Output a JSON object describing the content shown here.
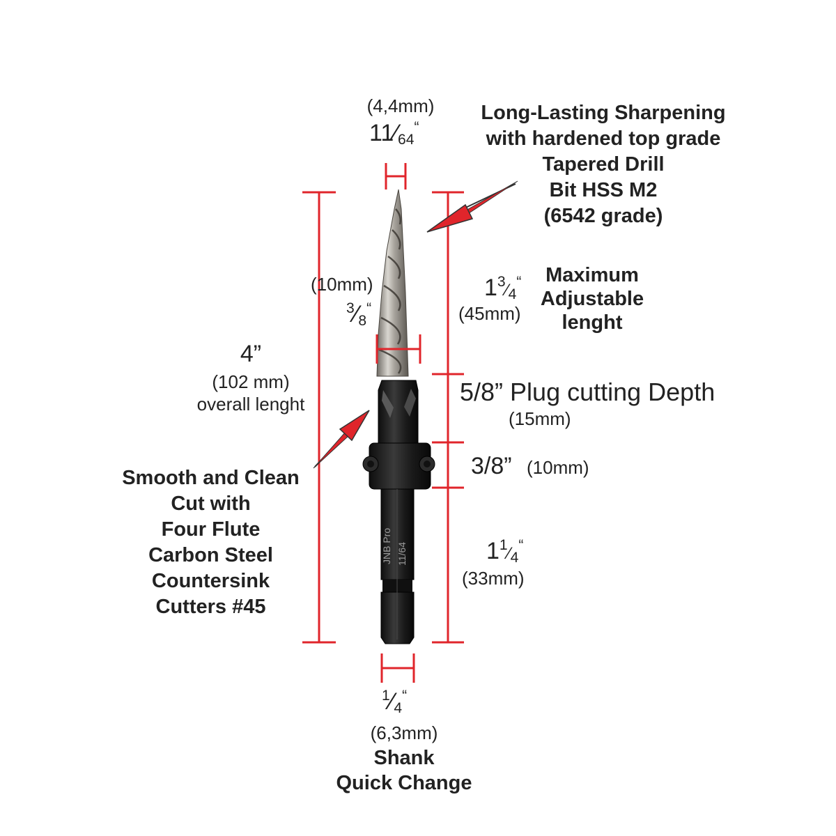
{
  "product": {
    "engraving_brand": "JNB Pro",
    "engraving_size": "11/64"
  },
  "colors": {
    "dimension_line": "#e0252b",
    "callout_arrow": "#e0252b",
    "bit_body": "#1c1c1c",
    "drill_metal": "#b7b4ae"
  },
  "tip_width": {
    "mm": "(4,4mm)",
    "whole": "11",
    "numerator": "",
    "denominator": "64",
    "mark": "“"
  },
  "drill_width": {
    "mm": "(10mm)",
    "numerator": "3",
    "denominator": "8",
    "mark": "“"
  },
  "overall": {
    "inch": "4”",
    "mm": "(102 mm)",
    "label": "overall lenght"
  },
  "adjustable": {
    "whole": "1",
    "numerator": "3",
    "denominator": "4",
    "mark": "“",
    "mm": "(45mm)",
    "label_lines": [
      "Maximum",
      "Adjustable",
      "lenght"
    ]
  },
  "plug_depth": {
    "label": "5/8” Plug cutting Depth",
    "mm": "(15mm)"
  },
  "collar": {
    "inch": "3/8”",
    "mm": "(10mm)"
  },
  "shank_length": {
    "whole": "1",
    "numerator": "1",
    "denominator": "4",
    "mark": "“",
    "mm": "(33mm)"
  },
  "shank_width": {
    "numerator": "1",
    "denominator": "4",
    "mark": "“",
    "mm": "(6,3mm)",
    "label_lines": [
      "Shank",
      "Quick Change"
    ]
  },
  "callout_drill": {
    "lines": [
      "Long-Lasting Sharpening",
      "with hardened top grade",
      "Tapered Drill",
      "Bit HSS M2",
      "(6542 grade)"
    ]
  },
  "callout_countersink": {
    "lines": [
      "Smooth and Clean",
      "Cut with",
      "Four Flute",
      "Carbon Steel",
      "Countersink",
      "Cutters #45"
    ]
  }
}
